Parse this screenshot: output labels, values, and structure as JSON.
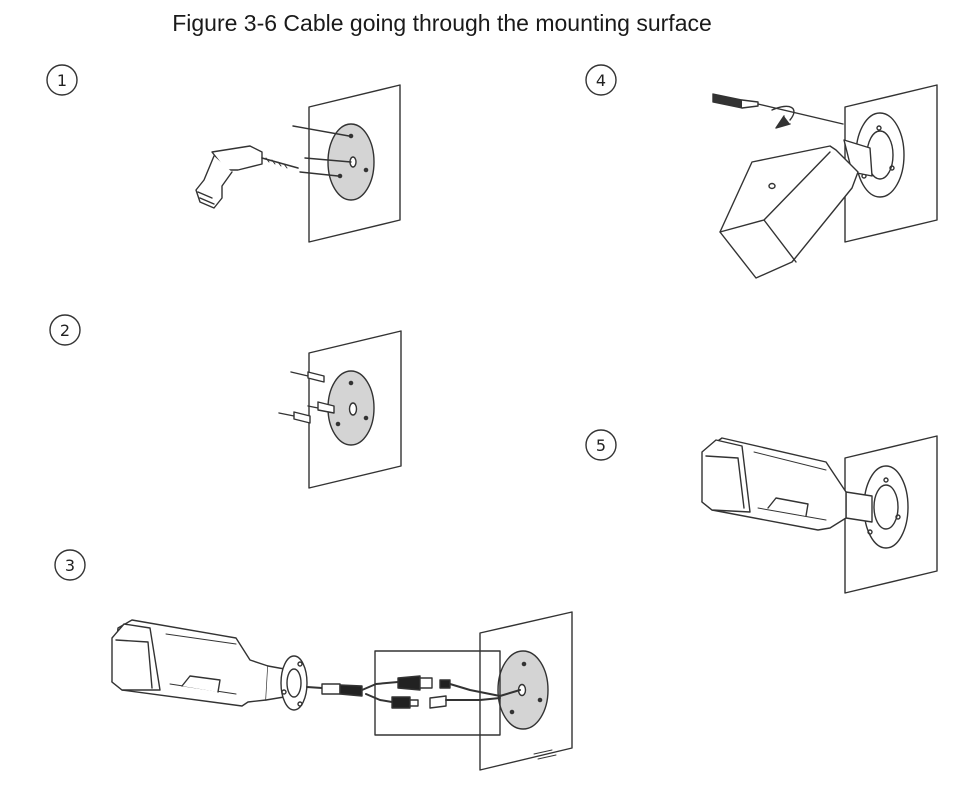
{
  "caption": "Figure 3-6 Cable going through the mounting surface",
  "steps": [
    {
      "number": "1"
    },
    {
      "number": "2"
    },
    {
      "number": "3"
    },
    {
      "number": "4"
    },
    {
      "number": "5"
    }
  ],
  "colors": {
    "line": "#333333",
    "plate": "#d4d4d4",
    "background": "#ffffff"
  }
}
